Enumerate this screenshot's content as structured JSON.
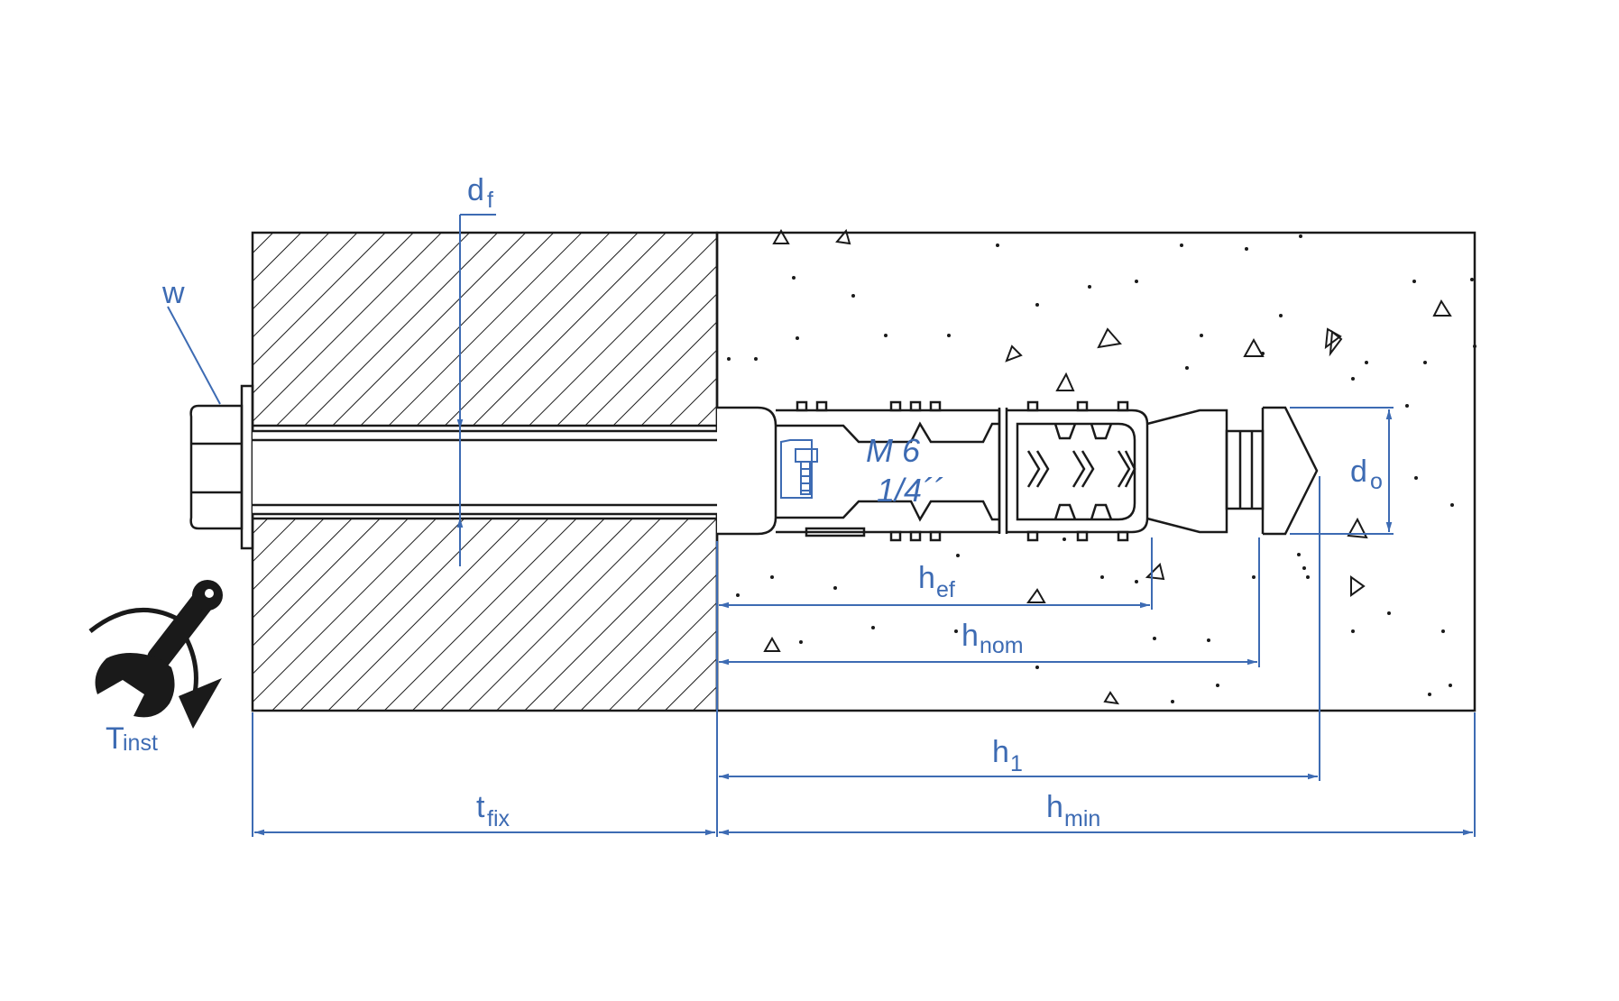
{
  "labels": {
    "w": "w",
    "df_main": "d",
    "df_sub": "f",
    "d0_main": "d",
    "d0_sub": "o",
    "hef_main": "h",
    "hef_sub": "ef",
    "hnom_main": "h",
    "hnom_sub": "nom",
    "h1_main": "h",
    "h1_sub": "1",
    "hmin_main": "h",
    "hmin_sub": "min",
    "tfix_main": "t",
    "tfix_sub": "fix",
    "tinst_main": "T",
    "tinst_sub": "inst"
  },
  "marking": {
    "thread": "M 6",
    "imperial": "1/4´´"
  },
  "icons": [
    "torque-wrench-icon",
    "bolt-logo-icon"
  ],
  "colors": {
    "dimension": "#3d6bb3",
    "drawing": "#1a1a1a"
  }
}
